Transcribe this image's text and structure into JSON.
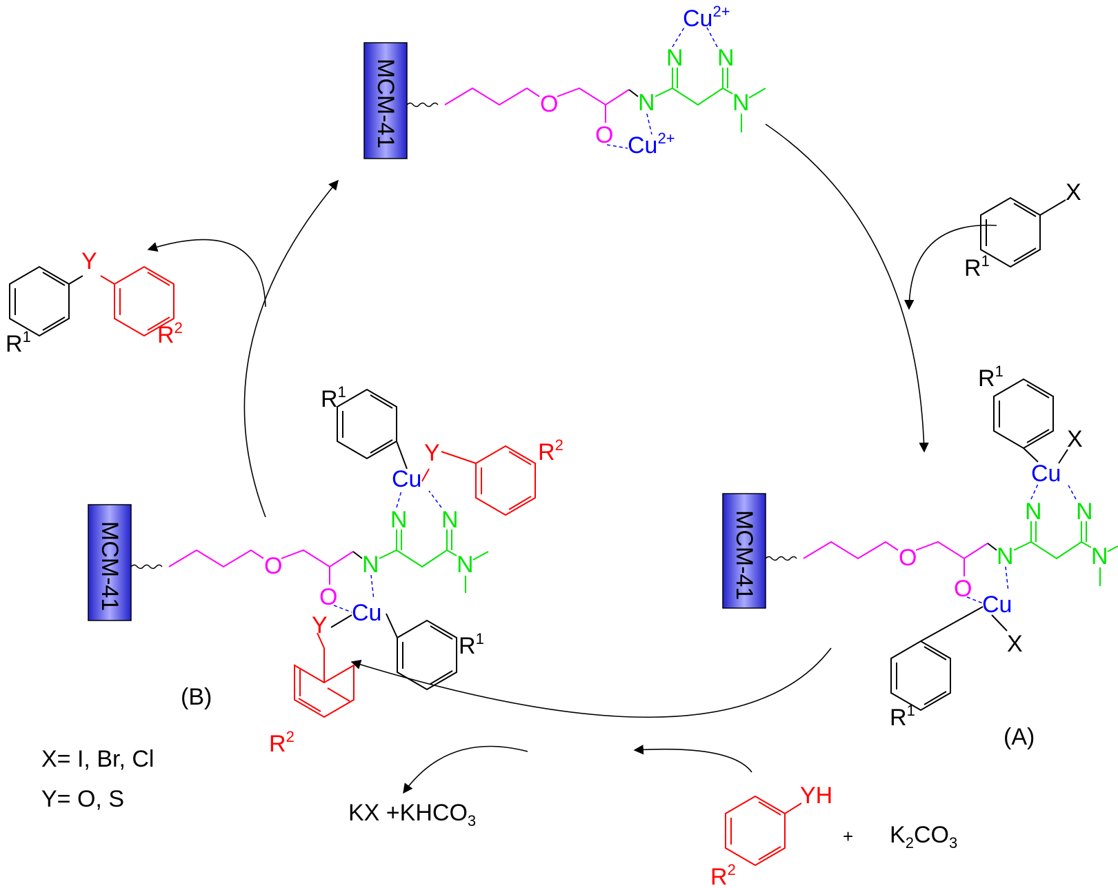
{
  "colors": {
    "bond": "#000000",
    "linker": "#ff00ff",
    "ligand": "#00e600",
    "copper": "#0000ff",
    "reactant": "#ff0000",
    "support_fill": "#3333dd"
  },
  "support_label": "MCM-41",
  "atoms": {
    "O": "O",
    "N": "N",
    "Cu": "Cu",
    "cu2_charge": "2+",
    "X": "X",
    "Y": "Y",
    "R": "R",
    "sup_1": "1",
    "sup_2": "2"
  },
  "labels": {
    "complex_A": "(A)",
    "complex_B": "(B)",
    "x_definition": "X= I, Br, Cl",
    "y_definition": "Y= O, S",
    "byproduct_prefix": "KX +KHCO",
    "byproduct_sub": "3",
    "phenol": "YH",
    "plus": "+",
    "k": "K",
    "k_sub": "2",
    "co": "CO",
    "co_sub": "3"
  }
}
